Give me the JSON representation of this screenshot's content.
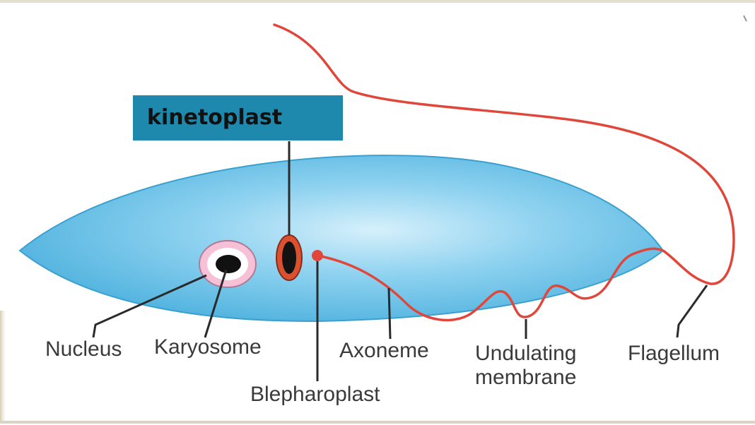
{
  "callout": {
    "text": "kinetoplast"
  },
  "labels": {
    "nucleus": "Nucleus",
    "karyosome": "Karyosome",
    "blepharoplast": "Blepharoplast",
    "axoneme": "Axoneme",
    "undulating_membrane_line1": "Undulating",
    "undulating_membrane_line2": "membrane",
    "flagellum": "Flagellum"
  },
  "colors": {
    "cell_body": "#6cc3e8",
    "flagellum": "#e0473a",
    "nucleus_ring": "#f3b6d0",
    "kinetoplast_ring": "#d44a2c",
    "callout_bg": "#1e88ad"
  }
}
